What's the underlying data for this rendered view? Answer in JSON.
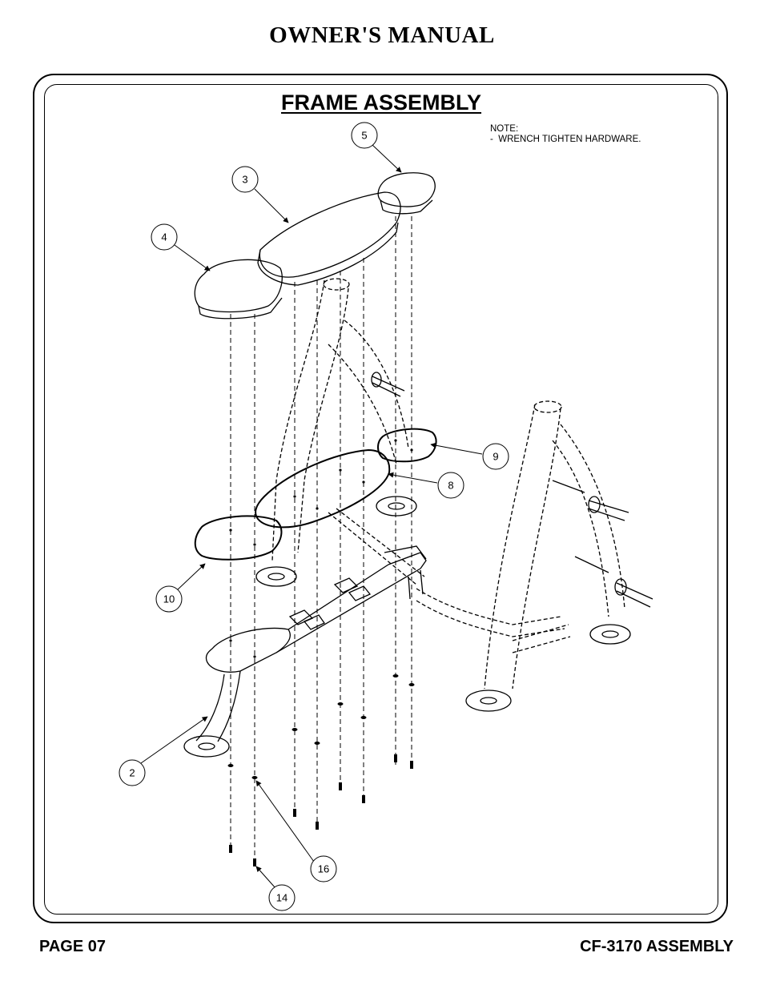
{
  "header": {
    "title": "OWNER'S MANUAL"
  },
  "section": {
    "title": "FRAME ASSEMBLY"
  },
  "note": {
    "heading": "NOTE:",
    "line1": "-  WRENCH TIGHTEN HARDWARE."
  },
  "callouts": {
    "c2": "2",
    "c3": "3",
    "c4": "4",
    "c5": "5",
    "c8": "8",
    "c9": "9",
    "c10": "10",
    "c14": "14",
    "c16": "16"
  },
  "footer": {
    "page": "PAGE 07",
    "model": "CF-3170 ASSEMBLY"
  }
}
